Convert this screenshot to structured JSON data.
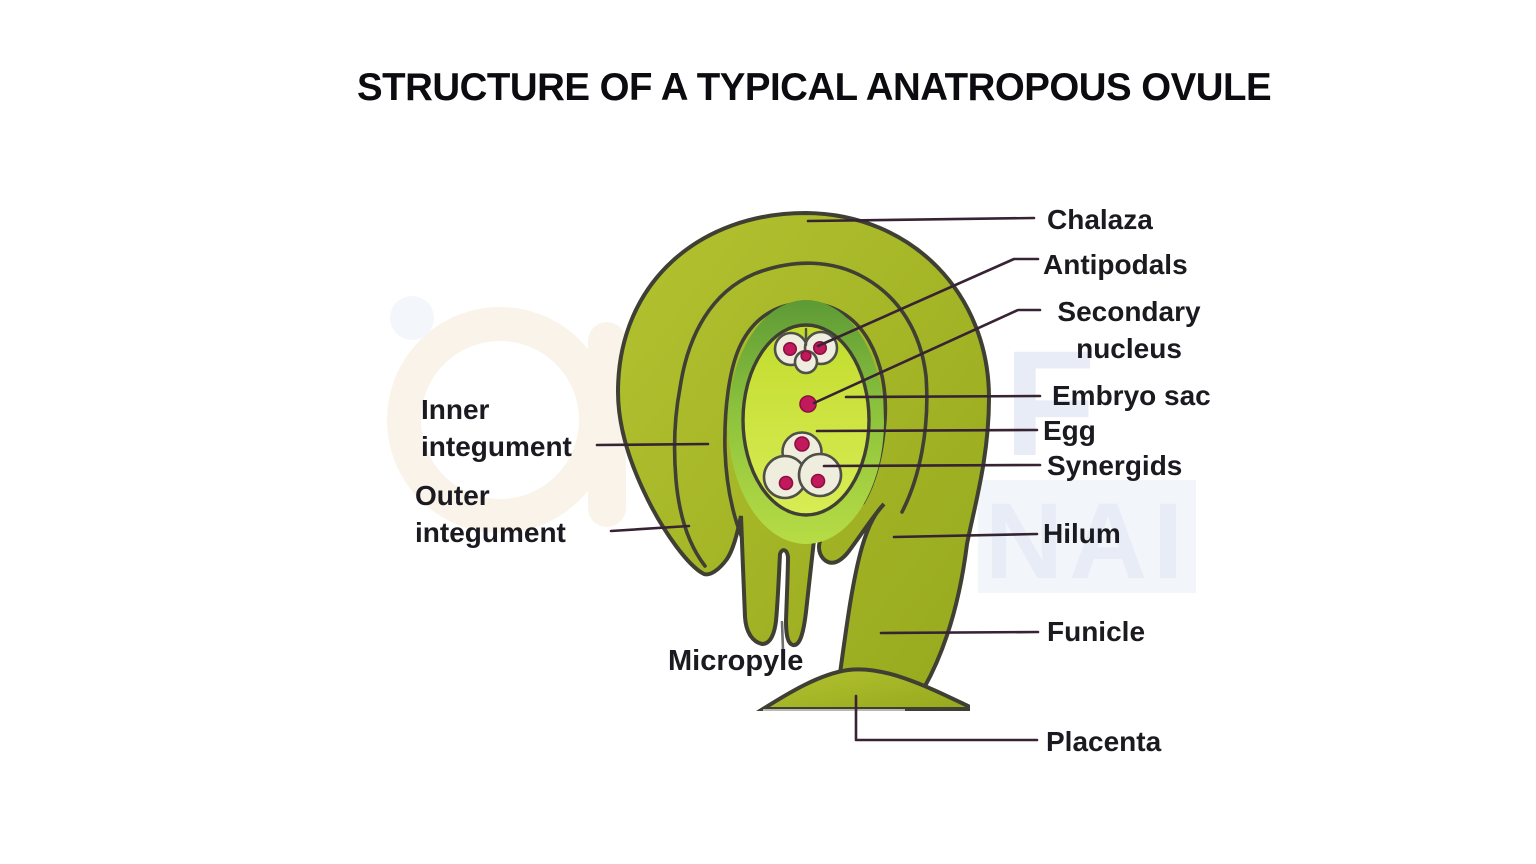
{
  "title": "STRUCTURE OF A TYPICAL ANATROPOUS OVULE",
  "labels": {
    "chalaza": "Chalaza",
    "antipodals": "Antipodals",
    "secondary_line1": "Secondary",
    "secondary_line2": "nucleus",
    "embryo_sac": "Embryo sac",
    "egg": "Egg",
    "synergids": "Synergids",
    "hilum": "Hilum",
    "funicle": "Funicle",
    "placenta": "Placenta",
    "micropyle": "Micropyle",
    "inner_integument_line1": "Inner",
    "inner_integument_line2": "integument",
    "outer_integument_line1": "Outer",
    "outer_integument_line2": "integument"
  },
  "watermark": {
    "text_main": "NAI",
    "text_side": "F"
  },
  "colors": {
    "title_text": "#0b0b10",
    "label_text": "#1a1a20",
    "outline": "#3f3f34",
    "body_light": "#b3c230",
    "body_dark": "#96a91d",
    "nucellus_top": "#5d9a36",
    "nucellus_mid": "#8cc23c",
    "nucellus_bottom": "#b7dc45",
    "sac_top": "#c2dc2d",
    "sac_bottom": "#d8ec55",
    "cell_fill": "#efeede",
    "cell_stroke": "#50504a",
    "nucleus_fill": "#c2195c",
    "nucleus_rim": "#8a1040",
    "leader_line": "#372334",
    "micropyle_tick": "#6f6f6f",
    "wm_panel": "#f2f5fa",
    "wm_glyph": "#e7ecf6",
    "wm_warm": "#faf3e9",
    "wm_cool": "#f3f6fb"
  }
}
